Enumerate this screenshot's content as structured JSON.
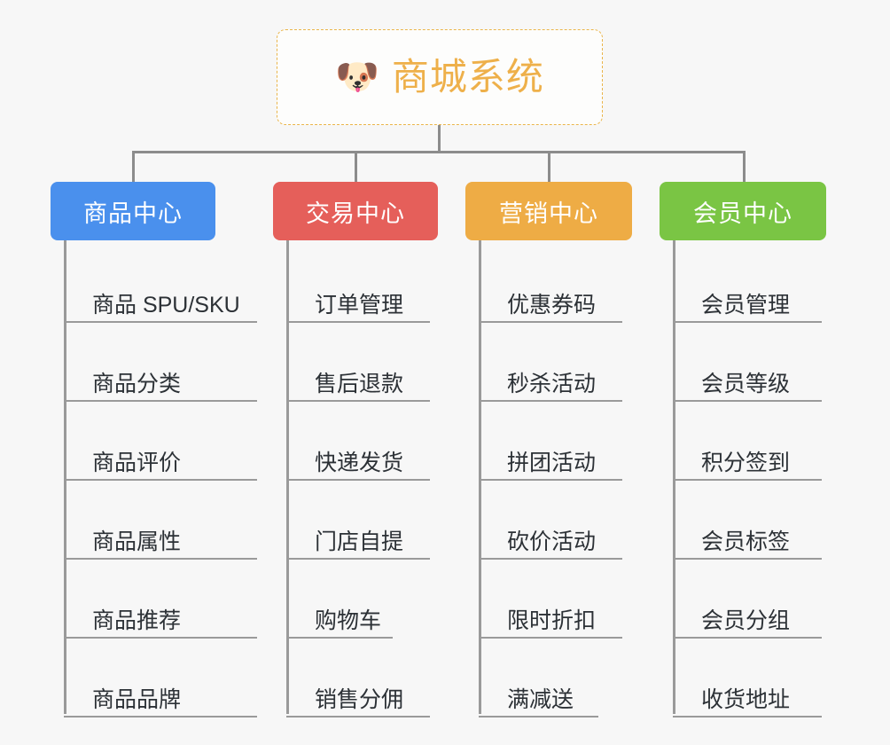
{
  "page": {
    "background_color": "#f7f7f7",
    "connector_color": "#8c8c8c",
    "leaf_text_color": "#2c3136"
  },
  "root": {
    "icon": "dog-face-emoji",
    "icon_glyph": "🐶",
    "title": "商城系统",
    "text_color": "#eeb04a",
    "border_color": "#eab54a",
    "background_color": "#fdfdfc"
  },
  "branches": [
    {
      "label": "商品中心",
      "color": "#4a90ed",
      "items": [
        {
          "label": "商品 SPU/SKU"
        },
        {
          "label": "商品分类"
        },
        {
          "label": "商品评价"
        },
        {
          "label": "商品属性"
        },
        {
          "label": "商品推荐"
        },
        {
          "label": "商品品牌"
        }
      ]
    },
    {
      "label": "交易中心",
      "color": "#e55f5a",
      "items": [
        {
          "label": "订单管理"
        },
        {
          "label": "售后退款"
        },
        {
          "label": "快递发货"
        },
        {
          "label": "门店自提"
        },
        {
          "label": "购物车"
        },
        {
          "label": "销售分佣"
        }
      ]
    },
    {
      "label": "营销中心",
      "color": "#eeac45",
      "items": [
        {
          "label": "优惠券码"
        },
        {
          "label": "秒杀活动"
        },
        {
          "label": "拼团活动"
        },
        {
          "label": "砍价活动"
        },
        {
          "label": "限时折扣"
        },
        {
          "label": "满减送"
        }
      ]
    },
    {
      "label": "会员中心",
      "color": "#7ac544",
      "items": [
        {
          "label": "会员管理"
        },
        {
          "label": "会员等级"
        },
        {
          "label": "积分签到"
        },
        {
          "label": "会员标签"
        },
        {
          "label": "会员分组"
        },
        {
          "label": "收货地址"
        }
      ]
    }
  ]
}
